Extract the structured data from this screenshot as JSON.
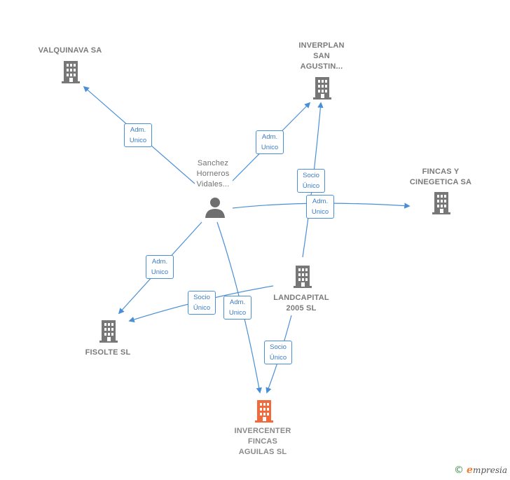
{
  "nodes": {
    "valquinava": {
      "label_lines": [
        "VALQUINAVA SA"
      ],
      "kind": "company"
    },
    "inverplan": {
      "label_lines": [
        "INVERPLAN",
        "SAN",
        "AGUSTIN..."
      ],
      "kind": "company"
    },
    "person": {
      "label_lines": [
        "Sanchez",
        "Horneros",
        "Vidales..."
      ],
      "kind": "person"
    },
    "fincas": {
      "label_lines": [
        "FINCAS Y",
        "CINEGETICA SA"
      ],
      "kind": "company"
    },
    "landcapital": {
      "label_lines": [
        "LANDCAPITAL",
        "2005  SL"
      ],
      "kind": "company"
    },
    "fisolte": {
      "label_lines": [
        "FISOLTE SL"
      ],
      "kind": "company"
    },
    "invercenter": {
      "label_lines": [
        "INVERCENTER",
        "FINCAS",
        "AGUILAS  SL"
      ],
      "kind": "target-company"
    }
  },
  "edge_labels": {
    "e1": [
      "Adm.",
      "Unico"
    ],
    "e2": [
      "Adm.",
      "Unico"
    ],
    "e3": [
      "Socio",
      "Único"
    ],
    "e4": [
      "Adm.",
      "Unico"
    ],
    "e5": [
      "Adm.",
      "Unico"
    ],
    "e6": [
      "Socio",
      "Único"
    ],
    "e7": [
      "Adm.",
      "Unico"
    ],
    "e8": [
      "Socio",
      "Único"
    ]
  },
  "colors": {
    "edge": "#4a8fd6",
    "company_icon": "#777777",
    "target_icon": "#f26a3a",
    "person_icon": "#6f6f6f"
  },
  "footer": {
    "copyright": "©",
    "brand_e": "e",
    "brand_rest": "mpresia"
  }
}
